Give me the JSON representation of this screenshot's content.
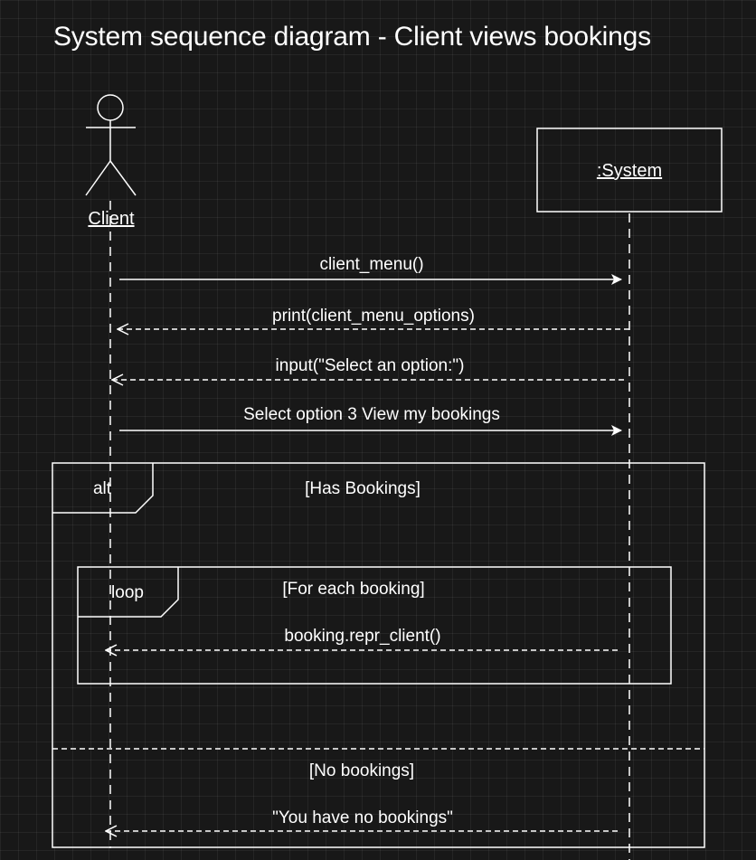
{
  "title": "System sequence diagram - Client views bookings",
  "actors": {
    "client": "Client",
    "system": ":System"
  },
  "messages": [
    {
      "text": "client_menu()",
      "from": "client",
      "to": "system",
      "style": "solid"
    },
    {
      "text": "print(client_menu_options)",
      "from": "system",
      "to": "client",
      "style": "dashed"
    },
    {
      "text": "input(\"Select an option:\")",
      "from": "system",
      "to": "client",
      "style": "dashed"
    },
    {
      "text": "Select option 3 View my bookings",
      "from": "client",
      "to": "system",
      "style": "solid"
    },
    {
      "text": "booking.repr_client()",
      "from": "system",
      "to": "client",
      "style": "dashed"
    },
    {
      "text": "\"You have no bookings\"",
      "from": "system",
      "to": "client",
      "style": "dashed"
    }
  ],
  "fragments": {
    "alt": {
      "label": "alt",
      "guard1": "[Has Bookings]",
      "guard2": "[No bookings]"
    },
    "loop": {
      "label": "loop",
      "guard": "[For each booking]"
    }
  },
  "colors": {
    "background": "#181818",
    "stroke": "#ffffff",
    "text": "#ffffff"
  }
}
